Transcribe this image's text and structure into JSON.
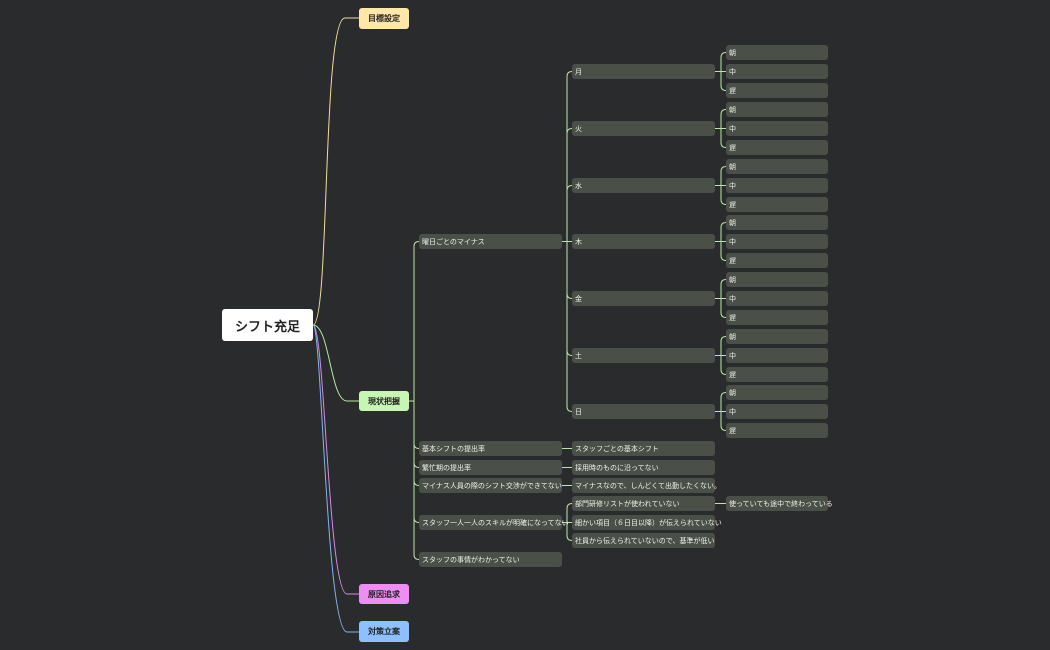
{
  "colors": {
    "background": "#2a2b2d",
    "root": "#ffffff",
    "goal": "#ffe7a8",
    "current": "#c6f5b4",
    "cause": "#ee8df2",
    "plan": "#8ec0ff",
    "sub_node": "#4a5047",
    "goal_line": "#f4dd95",
    "current_line": "#b9e7a6",
    "cause_line": "#d789f0",
    "plan_line": "#84b3f3"
  },
  "root": {
    "label": "シフト充足"
  },
  "branches": {
    "goal": {
      "label": "目標設定"
    },
    "current": {
      "label": "現状把握",
      "weekday": {
        "label": "曜日ごとのマイナス",
        "days": [
          {
            "label": "月",
            "slots": [
              "朝",
              "中",
              "遅"
            ]
          },
          {
            "label": "火",
            "slots": [
              "朝",
              "中",
              "遅"
            ]
          },
          {
            "label": "水",
            "slots": [
              "朝",
              "中",
              "遅"
            ]
          },
          {
            "label": "木",
            "slots": [
              "朝",
              "中",
              "遅"
            ]
          },
          {
            "label": "金",
            "slots": [
              "朝",
              "中",
              "遅"
            ]
          },
          {
            "label": "土",
            "slots": [
              "朝",
              "中",
              "遅"
            ]
          },
          {
            "label": "日",
            "slots": [
              "朝",
              "中",
              "遅"
            ]
          }
        ]
      },
      "items": [
        {
          "label": "基本シフトの提出率",
          "children": [
            {
              "label": "スタッフごとの基本シフト"
            }
          ]
        },
        {
          "label": "繁忙期の提出率",
          "children": [
            {
              "label": "採用時のものに沿ってない"
            }
          ]
        },
        {
          "label": "マイナス人員の際のシフト交渉ができてない",
          "children": [
            {
              "label": "マイナスなので、しんどくて出勤したくない。"
            }
          ]
        },
        {
          "label": "スタッフ一人一人のスキルが明確になってない",
          "children": [
            {
              "label": "部門研修リストが使われていない",
              "children": [
                {
                  "label": "使っていても途中で終わっている"
                }
              ]
            },
            {
              "label": "細かい項目（６日目以降）が伝えられていない"
            },
            {
              "label": "社員から伝えられていないので、基準が低い"
            }
          ]
        },
        {
          "label": "スタッフの事情がわかってない",
          "children": []
        }
      ]
    },
    "cause": {
      "label": "原因追求"
    },
    "plan": {
      "label": "対策立案"
    }
  }
}
